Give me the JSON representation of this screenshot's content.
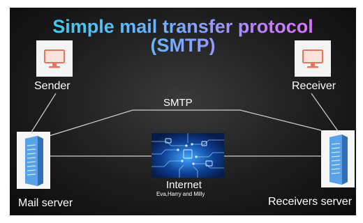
{
  "title": {
    "line1": "Simple mail transfer protocol",
    "line2": "(SMTP)"
  },
  "nodes": {
    "sender": {
      "label": "Sender",
      "icon": "computer-monitor-icon"
    },
    "receiver": {
      "label": "Receiver",
      "icon": "computer-monitor-icon"
    },
    "mail_server": {
      "label": "Mail server",
      "icon": "server-tower-icon"
    },
    "receivers_server": {
      "label": "Receivers server",
      "icon": "server-tower-icon"
    },
    "internet": {
      "label": "Internet",
      "caption": "Eva,Harry and Milly",
      "icon": "circuit-network-image"
    }
  },
  "edges": {
    "smtp_label": "SMTP"
  },
  "colors": {
    "background": "#1d1d1d",
    "title_gradient_start": "#29d6e8",
    "title_gradient_end": "#e76bff",
    "monitor_red": "#e8735f",
    "server_blue": "#4a8fd6",
    "line": "#cfcfcf"
  }
}
